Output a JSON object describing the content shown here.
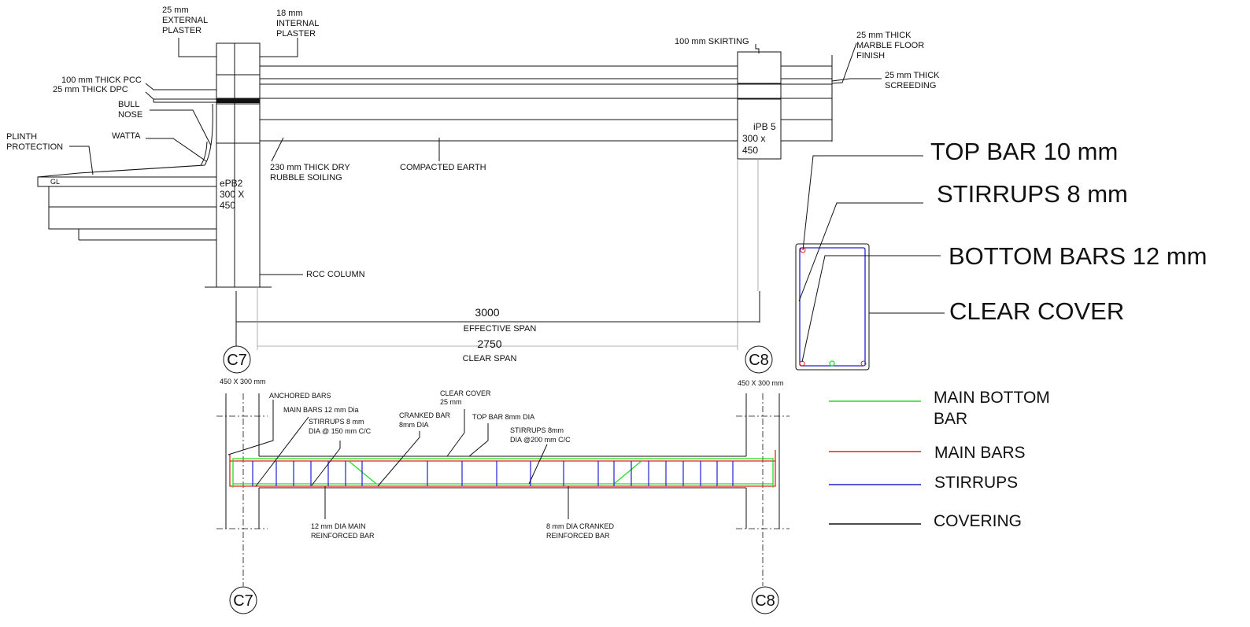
{
  "section": {
    "external_plaster": [
      "25 mm",
      "EXTERNAL",
      "PLASTER"
    ],
    "internal_plaster": [
      "18 mm",
      "INTERNAL",
      "PLASTER"
    ],
    "pcc": "100 mm THICK PCC",
    "dpc": "25 mm THICK DPC",
    "bull_nose": [
      "BULL",
      "NOSE"
    ],
    "watta": "WATTA",
    "plinth": [
      "PLINTH",
      "PROTECTION"
    ],
    "gl": "GL",
    "rubble": [
      "230 mm THICK DRY",
      "RUBBLE SOILING"
    ],
    "compacted": "COMPACTED EARTH",
    "skirting": "100 mm SKIRTING",
    "marble": [
      "25 mm THICK",
      "MARBLE FLOOR",
      "FINISH"
    ],
    "screeding": [
      "25 mm THICK",
      "SCREEDING"
    ],
    "epb2": [
      "ePB2",
      "300 X",
      "450"
    ],
    "ipb5": [
      "iPB 5",
      "300 x",
      "450"
    ],
    "rcc_column": "RCC COLUMN",
    "effective_span_value": "3000",
    "effective_span_label": "EFFECTIVE SPAN",
    "clear_span_value": "2750",
    "clear_span_label": "CLEAR SPAN",
    "c7": "C7",
    "c8": "C8"
  },
  "beam": {
    "col_size_left": "450 X 300 mm",
    "col_size_right": "450 X 300 mm",
    "anchored": "ANCHORED BARS",
    "main_bars": "MAIN BARS 12 mm Dia",
    "stirrups150": [
      "STIRRUPS 8 mm",
      "DIA @ 150 mm C/C"
    ],
    "cranked": [
      "CRANKED BAR",
      "8mm DIA"
    ],
    "clear_cover": [
      "CLEAR COVER",
      "25 mm"
    ],
    "top_bar": "TOP BAR 8mm DIA",
    "stirrups200": [
      "STIRRUPS 8mm",
      "DIA @200 mm C/C"
    ],
    "main_reinf": [
      "12 mm DIA MAIN",
      "REINFORCED BAR"
    ],
    "cranked_reinf": [
      "8 mm DIA CRANKED",
      "REINFORCED BAR"
    ],
    "c7": "C7",
    "c8": "C8"
  },
  "cross_section": {
    "top_bar": "TOP BAR 10 mm",
    "stirrups": "STIRRUPS 8 mm",
    "bottom_bars": "BOTTOM BARS 12 mm",
    "clear_cover": "CLEAR COVER"
  },
  "legend": {
    "items": [
      {
        "label": [
          "MAIN BOTTOM",
          "BAR"
        ],
        "color": "#22dd22"
      },
      {
        "label": [
          "MAIN BARS"
        ],
        "color": "#e02020"
      },
      {
        "label": [
          "STIRRUPS"
        ],
        "color": "#2020d0"
      },
      {
        "label": [
          "COVERING"
        ],
        "color": "#111111"
      }
    ]
  },
  "colors": {
    "main_bottom": "#22dd22",
    "main_bars": "#e02020",
    "stirrups": "#2020d0",
    "covering": "#111111"
  }
}
